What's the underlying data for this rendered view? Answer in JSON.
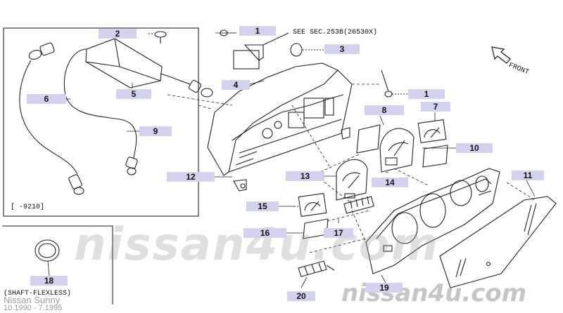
{
  "callouts": {
    "c1a": "1",
    "c1b": "1",
    "c2": "2",
    "c3": "3",
    "c4": "4",
    "c5": "5",
    "c6": "6",
    "c7": "7",
    "c8": "8",
    "c9": "9",
    "c10": "10",
    "c11": "11",
    "c12": "12",
    "c13": "13",
    "c14": "14",
    "c15": "15",
    "c16": "16",
    "c17": "17",
    "c18": "18",
    "c19": "19",
    "c20": "20"
  },
  "notes": {
    "see_sec": "SEE SEC.253B(26530X)",
    "front": "FRONT",
    "date_range": "[    -9210]",
    "shaft_flexless": "(SHAFT-FLEXLESS)"
  },
  "watermark": {
    "main": "nissan4u.com",
    "corner": "nissan4u.com"
  },
  "footer": {
    "model": "Nissan Sunny",
    "dates": "10.1990 - 7.1995"
  },
  "colors": {
    "label_bg": "#d2d2ee",
    "line": "#222222",
    "watermark": "#969696"
  }
}
